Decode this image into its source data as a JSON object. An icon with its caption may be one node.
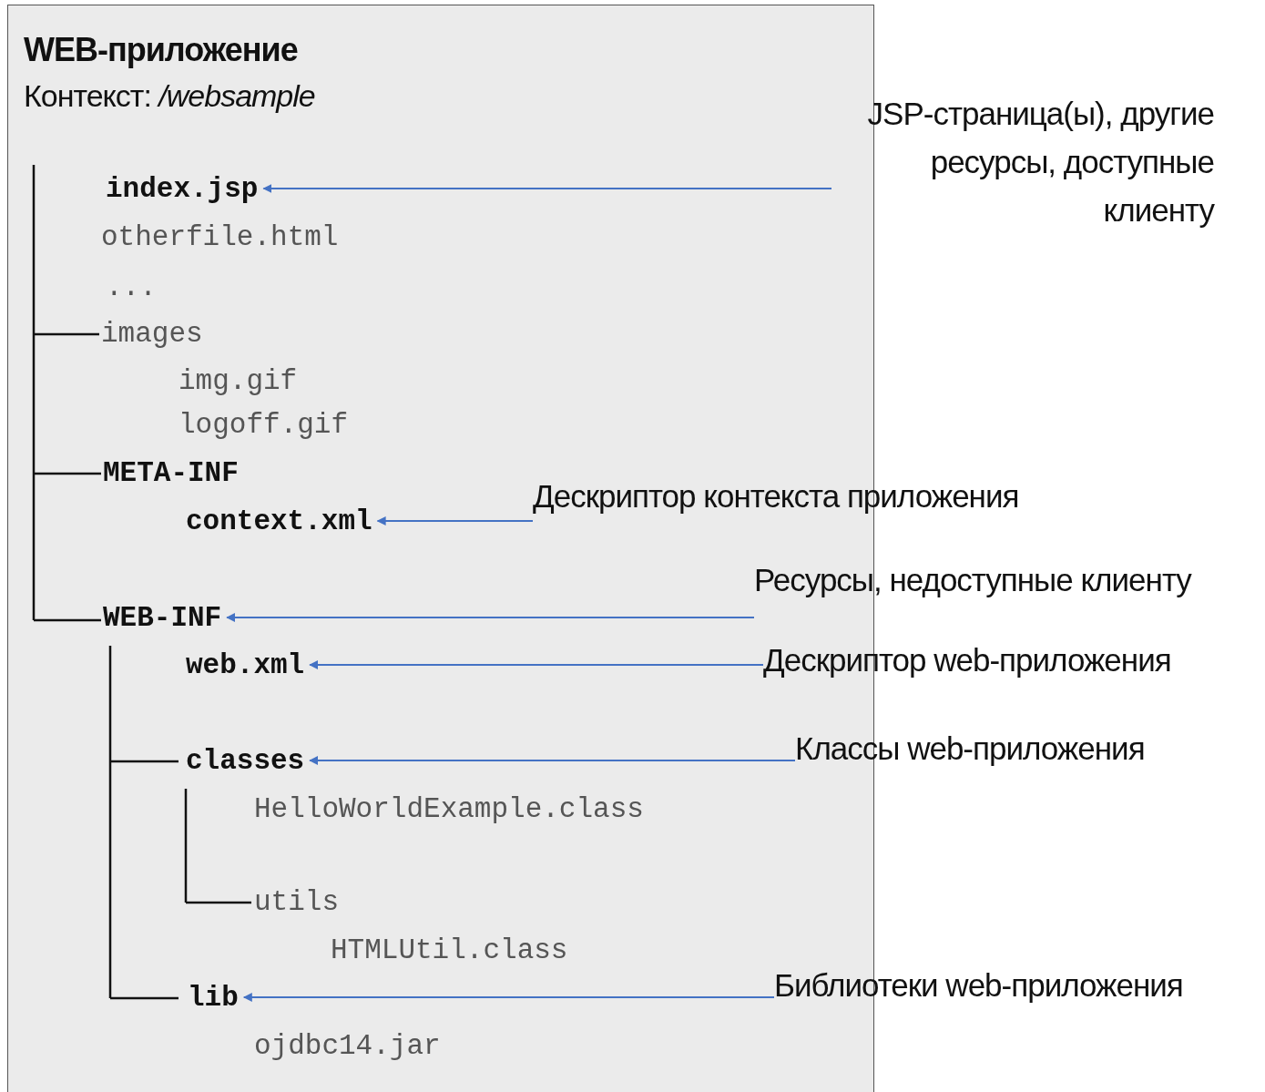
{
  "diagram": {
    "nodes": [
      {
        "text": [
          "WEB-приложение",
          "Контекст: */websample*"
        ]
      },
      {
        "text": [
          "index.jsp"
        ],
        "in": 0
      },
      {
        "text": [
          "otherfile.html"
        ],
        "in": 0
      },
      {
        "text": [
          "..."
        ],
        "in": 0
      },
      {
        "text": [
          "images"
        ],
        "in": 0
      },
      {
        "text": [
          "img.gif"
        ],
        "in": 0
      },
      {
        "text": [
          "logoff.gif"
        ],
        "in": 0
      },
      {
        "text": [
          "META-INF"
        ],
        "in": 0
      },
      {
        "text": [
          "context.xml"
        ],
        "in": 0
      },
      {
        "text": [
          "WEB-INF"
        ],
        "in": 0
      },
      {
        "text": [
          "web.xml"
        ],
        "in": 0
      },
      {
        "text": [
          "classes"
        ],
        "in": 0
      },
      {
        "text": [
          "HelloWorldExample.class"
        ],
        "in": 0
      },
      {
        "text": [
          "utils"
        ],
        "in": 0
      },
      {
        "text": [
          "HTMLUtil.class"
        ],
        "in": 0
      },
      {
        "text": [
          "lib"
        ],
        "in": 0
      },
      {
        "text": [
          "ojdbc14.jar"
        ],
        "in": 0
      },
      {
        "text": [
          "JSP-страница(ы), другие ресурсы, доступные клиенту"
        ]
      },
      {
        "text": [
          "Дескриптор контекста приложения"
        ]
      },
      {
        "text": [
          "Ресурсы, недоступные клиенту"
        ]
      },
      {
        "text": [
          "Дескриптор web-приложения"
        ]
      },
      {
        "text": [
          "Классы web-приложения"
        ]
      },
      {
        "text": [
          "Библиотеки web-приложения"
        ]
      }
    ],
    "edges": [
      {
        "from": 17,
        "to": 1,
        "arrow": "to"
      },
      {
        "from": 18,
        "to": 8,
        "arrow": "to"
      },
      {
        "from": 19,
        "to": 9,
        "arrow": "to"
      },
      {
        "from": 20,
        "to": 10,
        "arrow": "to"
      },
      {
        "from": 21,
        "to": 11,
        "arrow": "to"
      },
      {
        "from": 22,
        "to": 15,
        "arrow": "to"
      }
    ]
  }
}
